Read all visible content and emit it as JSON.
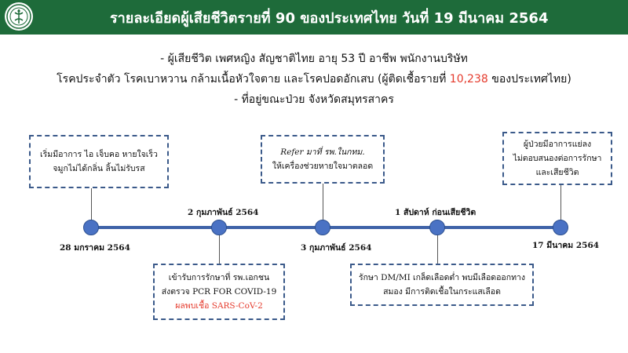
{
  "header": {
    "title": "รายละเอียดผู้เสียชีวิตรายที่ 90 ของประเทศไทย วันที่ 19 มีนาคม 2564",
    "logo_icon": "ministry-of-public-health-seal",
    "background_color": "#1e6b3a"
  },
  "summary": {
    "line1": "- ผู้เสียชีวิต เพศหญิง สัญชาติไทย อายุ 53 ปี อาชีพ พนักงานบริษัท",
    "line2_prefix": "โรคประจำตัว โรคเบาหวาน กล้ามเนื้อหัวใจตาย และโรคปอดอักเสบ (ผู้ติดเชื้อรายที่",
    "line2_number": "10,238",
    "line2_suffix": "ของประเทศไทย)",
    "line3": "- ที่อยู่ขณะป่วย จังหวัดสมุทรสาคร",
    "highlight_color": "#e53b2d"
  },
  "events": {
    "onset": {
      "line1": "เริ่มมีอาการ ไอ เจ็บคอ หายใจเร็ว",
      "line2": "จมูกไม่ได้กลิ่น ลิ้นไม่รับรส"
    },
    "admit": {
      "line1": "เข้ารับการรักษาที่ รพ.เอกชน",
      "line2": "ส่งตรวจ  PCR FOR COVID-19",
      "line3": "ผลพบเชื้อ SARS-CoV-2"
    },
    "refer": {
      "line1": "Refer มาที่ รพ.ในกทม.",
      "line2": "ให้เครื่องช่วยหายใจมาตลอด"
    },
    "week_before": {
      "line1": "รักษา DM/MI เกล็ดเลือดต่ำ พบมีเลือดออกทาง",
      "line2": "สมอง มีการติดเชื้อในกระแสเลือด"
    },
    "death": {
      "line1": "ผู้ป่วยมีอาการแย่ลง",
      "line2": "ไม่ตอบสนองต่อการรักษา",
      "line3": "และเสียชีวิต"
    }
  },
  "dates": {
    "jan28": "28 มกราคม 2564",
    "feb2": "2 กุมภาพันธ์ 2564",
    "feb3": "3 กุมภาพันธ์ 2564",
    "one_week": "1 สัปดาห์ ก่อนเสียชีวิต",
    "mar17": "17 มีนาคม 2564"
  },
  "colors": {
    "timeline": "#3f63a8",
    "node": "#4a72c4",
    "box_border": "#3b5a8a"
  }
}
